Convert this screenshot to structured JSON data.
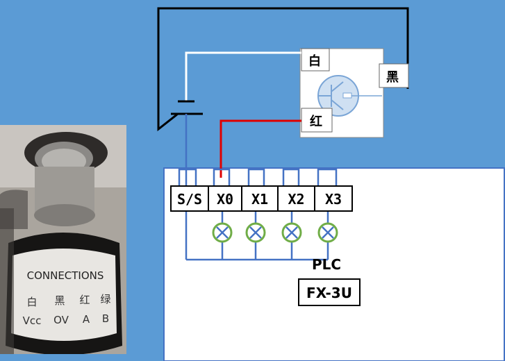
{
  "encoder": {
    "wires": {
      "white": "白",
      "red": "红",
      "black": "黑"
    },
    "label": {
      "title": "CONNECTIONS",
      "colors": [
        "白",
        "黑",
        "红",
        "绿"
      ],
      "signals": [
        "Vcc",
        "OV",
        "A",
        "B"
      ]
    }
  },
  "plc": {
    "terminals": [
      "S/S",
      "X0",
      "X1",
      "X2",
      "X3"
    ],
    "name": "PLC",
    "model": "FX-3U"
  },
  "colors": {
    "background": "#5b9bd5",
    "wire_black": "#000000",
    "wire_white": "#ffffff",
    "wire_red": "#e00000",
    "wire_blue": "#4472c4",
    "lamp_ring": "#70ad47"
  }
}
